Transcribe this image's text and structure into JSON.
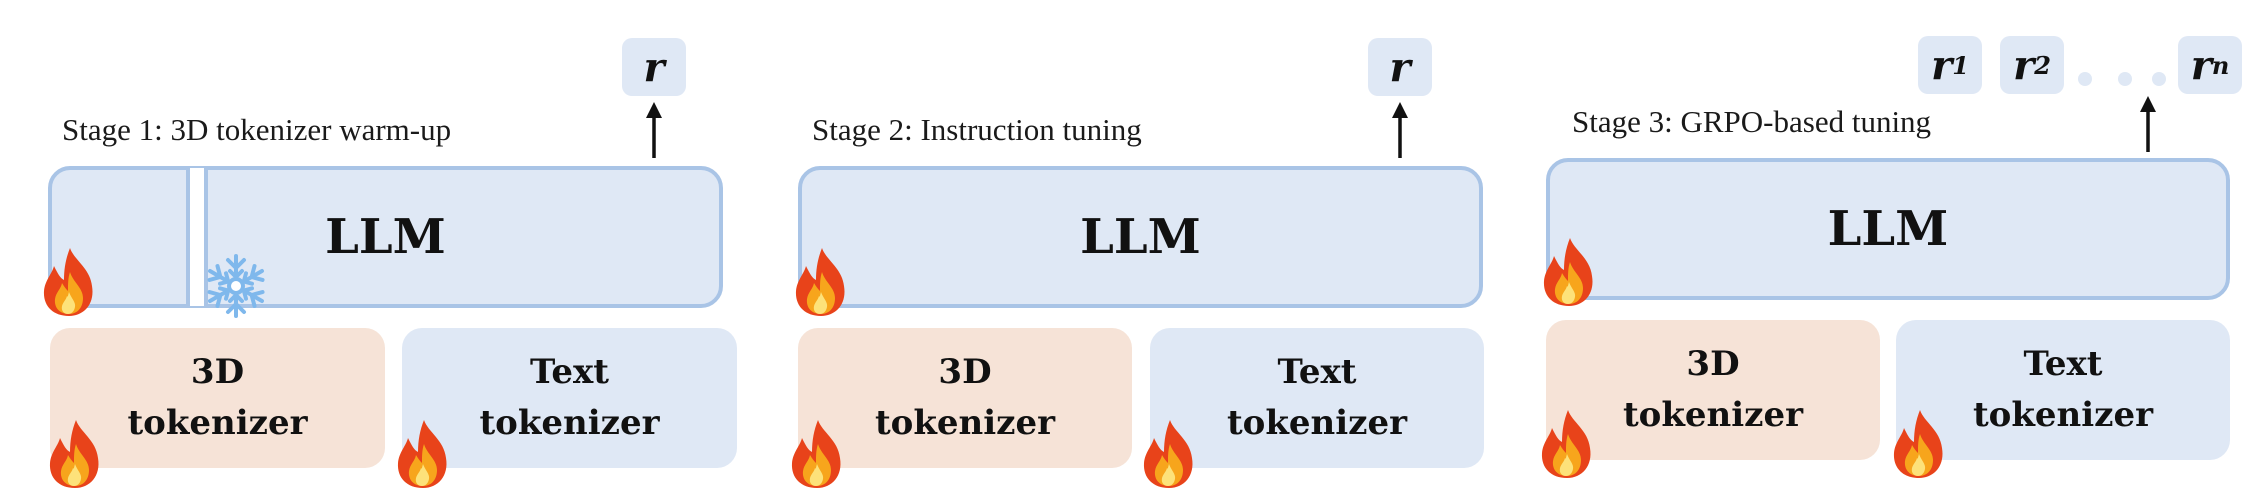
{
  "colors": {
    "llm_fill": "#dfe8f5",
    "llm_border": "#a9c4e6",
    "tokenizer_3d_fill": "#f6e3d7",
    "tokenizer_text_fill": "#dfe8f5",
    "reward_fill": "#dfe8f5",
    "flame_outer": "#e8431a",
    "flame_inner": "#f7a51c",
    "snowflake": "#7fb8ec"
  },
  "icons": {
    "trainable": "flame-icon",
    "frozen": "snowflake-icon",
    "flow": "arrow-up-icon"
  },
  "stage1": {
    "title": "Stage 1: 3D tokenizer warm-up",
    "llm": "LLM",
    "tok3d": [
      "3D",
      "tokenizer"
    ],
    "toktext": [
      "Text",
      "tokenizer"
    ],
    "reward": "r"
  },
  "stage2": {
    "title": "Stage 2: Instruction tuning",
    "llm": "LLM",
    "tok3d": [
      "3D",
      "tokenizer"
    ],
    "toktext": [
      "Text",
      "tokenizer"
    ],
    "reward": "r"
  },
  "stage3": {
    "title": "Stage 3: GRPO-based tuning",
    "llm": "LLM",
    "tok3d": [
      "3D",
      "tokenizer"
    ],
    "toktext": [
      "Text",
      "tokenizer"
    ],
    "rewards": [
      {
        "sym": "r",
        "sub": "1"
      },
      {
        "sym": "r",
        "sub": "2"
      },
      {
        "sym": "r",
        "sub": "n"
      }
    ]
  }
}
